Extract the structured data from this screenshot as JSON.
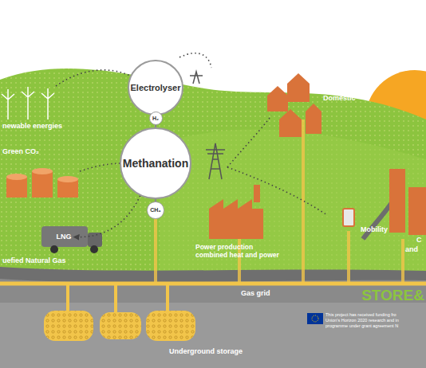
{
  "diagram": {
    "nodes": [
      {
        "text": [
          "Electrolyser"
        ]
      },
      {
        "text": [
          "H₂"
        ]
      },
      {
        "text": [
          "Methanation"
        ]
      },
      {
        "text": [
          "CH₄"
        ]
      },
      {
        "text": [
          "LNG"
        ]
      }
    ],
    "edges": [
      {
        "from": 0,
        "to": 1,
        "arrow": "none"
      },
      {
        "from": 1,
        "to": 2,
        "arrow": "none"
      },
      {
        "from": 2,
        "to": 3,
        "arrow": "none"
      },
      {
        "from": 2,
        "to": 4,
        "arrow": "to"
      }
    ],
    "labels": [
      "newable energies",
      "Green CO₂",
      "uefied Natural Gas",
      "Power production combined heat and power",
      "Domestic",
      "Mobility",
      "Gas grid",
      "Underground storage",
      "C",
      "and",
      "STORE&",
      "This project has received funding fro",
      "Union's Horizon 2020 research and in",
      "programme under grant agreement N"
    ]
  }
}
